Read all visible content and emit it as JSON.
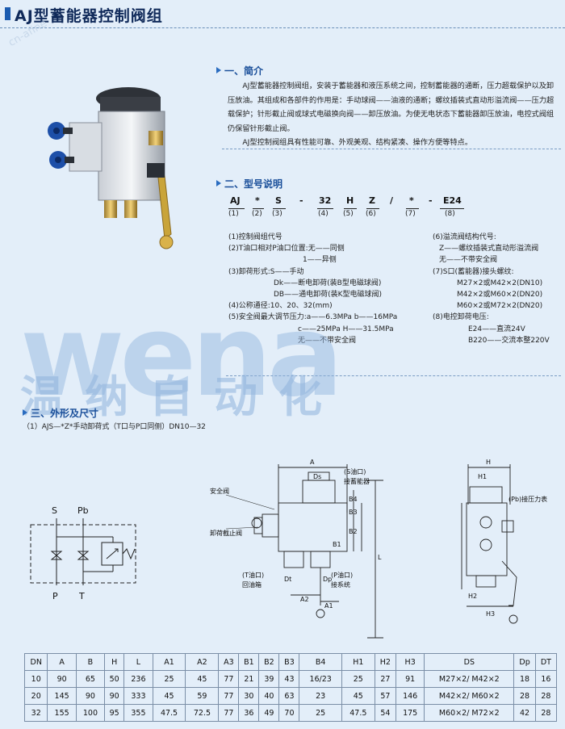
{
  "title": "AJ型蓄能器控制阀组",
  "watermark": {
    "en": "wena",
    "cn": "温纳自动化",
    "small": "cn-afine"
  },
  "section1": {
    "heading": "一、简介",
    "paragraphs": [
      "AJ型蓄能器控制阀组，安装于蓄能器和液压系统之间，控制蓄能器的通断，压力超载保护以及卸压放油。其组成和各部件的作用是：手动球阀——油液的通断；螺纹插装式直动形溢流阀——压力超载保护；针形截止阀或球式电磁换向阀——卸压放油。为使无电状态下蓄能器卸压放油，电控式阀组仍保留针形截止阀。",
      "AJ型控制阀组具有性能可靠、外观美观、结构紧凑、操作方便等特点。"
    ]
  },
  "section2": {
    "heading": "二、型号说明",
    "code": [
      "AJ",
      "*",
      "S",
      "-",
      "32",
      "H",
      "Z",
      "/",
      "*",
      "-",
      "E24"
    ],
    "nums": [
      "(1)",
      "(2)",
      "(3)",
      "(4)",
      "(5)",
      "(6)",
      "(7)",
      "(8)"
    ],
    "left_lines": [
      "(1)控制阀组代号",
      "(2)T油口相对P油口位置:无——同侧",
      "1——异侧",
      "(3)卸荷形式:S——手动",
      "Dk——断电卸荷(装B型电磁球阀)",
      "DB——通电卸荷(装K型电磁球阀)",
      "(4)公称通径:10、20、32(mm)",
      "(5)安全阀最大调节压力:a——6.3MPa  b——16MPa",
      "c——25MPa  H——31.5MPa",
      "无——不带安全阀"
    ],
    "right_lines": [
      "(6)溢流阀结构代号:",
      "Z——螺纹插装式直动形溢流阀",
      "无——不带安全阀",
      "(7)S口(蓄能器)接头螺纹:",
      "M27×2或M42×2(DN10)",
      "M42×2或M60×2(DN20)",
      "M60×2或M72×2(DN20)",
      "(8)电控卸荷电压:",
      "E24——直流24V",
      "B220——交流本整220V"
    ]
  },
  "section3": {
    "heading": "三、外形及尺寸",
    "sub": "（1）AJS—*Z*手动卸荷式（T口与P口同侧）DN10—32"
  },
  "diagram_labels": {
    "schematic": [
      "S",
      "Pb",
      "P",
      "T"
    ],
    "front": [
      "A",
      "(S油口)",
      "接蓄能器",
      "安全阀",
      "卸荷截止阀",
      "(T油口)",
      "回油箱",
      "(P油口)",
      "接系统",
      "Ds",
      "Dp",
      "Dt",
      "A2",
      "A1",
      "B4",
      "B3",
      "B1",
      "B2",
      "L"
    ],
    "side": [
      "H",
      "H1",
      "(Pb)接压力表",
      "H2",
      "H3"
    ]
  },
  "table": {
    "headers": [
      "DN",
      "A",
      "B",
      "H",
      "L",
      "A1",
      "A2",
      "A3",
      "B1",
      "B2",
      "B3",
      "B4",
      "H1",
      "H2",
      "H3",
      "DS",
      "Dp",
      "DT"
    ],
    "rows": [
      [
        "10",
        "90",
        "65",
        "50",
        "236",
        "25",
        "45",
        "77",
        "21",
        "39",
        "43",
        "16/23",
        "25",
        "27",
        "91",
        "M27×2/ M42×2",
        "18",
        "16"
      ],
      [
        "20",
        "145",
        "90",
        "90",
        "333",
        "45",
        "59",
        "77",
        "30",
        "40",
        "63",
        "23",
        "45",
        "57",
        "146",
        "M42×2/ M60×2",
        "28",
        "28"
      ],
      [
        "32",
        "155",
        "100",
        "95",
        "355",
        "47.5",
        "72.5",
        "77",
        "36",
        "49",
        "70",
        "25",
        "47.5",
        "54",
        "175",
        "M60×2/ M72×2",
        "42",
        "28"
      ]
    ]
  },
  "colors": {
    "accent": "#1a5bb0",
    "bg": "#e3eef9",
    "watermark": "#8fb3dd"
  }
}
